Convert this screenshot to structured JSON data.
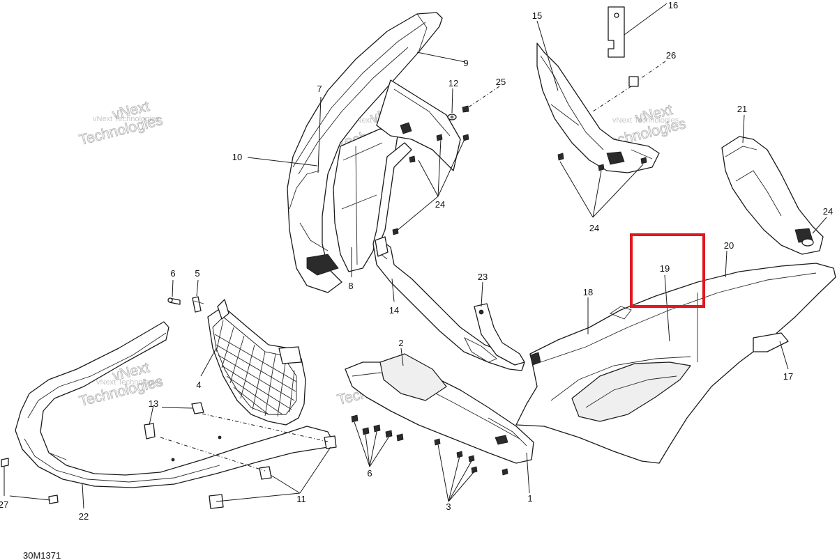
{
  "diagram": {
    "ref_code": "30M1371",
    "watermark_line1": "vNext",
    "watermark_line2": "Technologies",
    "watermark_small": "vNext Technologies",
    "highlight_color": "#e0171f",
    "callouts": {
      "c1": "1",
      "c2": "2",
      "c3": "3",
      "c4": "4",
      "c5": "5",
      "c6a": "6",
      "c6b": "6",
      "c7": "7",
      "c8": "8",
      "c9": "9",
      "c10": "10",
      "c11": "11",
      "c12": "12",
      "c13": "13",
      "c14": "14",
      "c15": "15",
      "c16": "16",
      "c17": "17",
      "c18": "18",
      "c19": "19",
      "c20": "20",
      "c21": "21",
      "c22": "22",
      "c23": "23",
      "c24a": "24",
      "c24b": "24",
      "c24c": "24",
      "c25": "25",
      "c26": "26",
      "c27": "27"
    }
  }
}
